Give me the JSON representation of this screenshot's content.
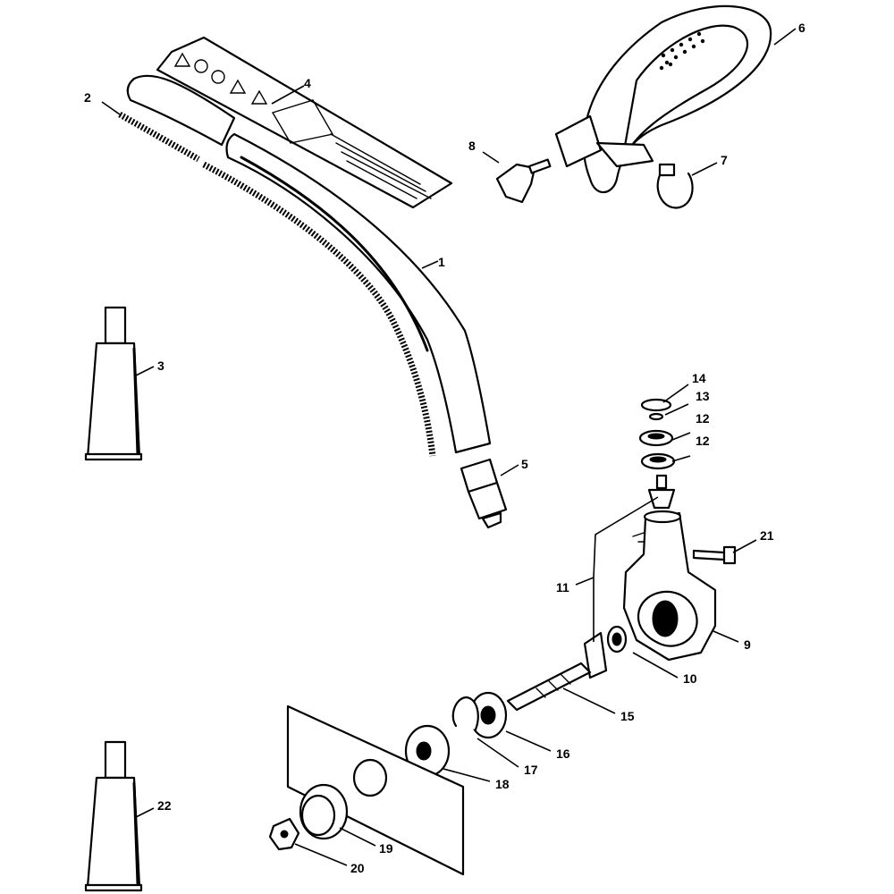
{
  "callouts": [
    {
      "id": "c1",
      "label": "1"
    },
    {
      "id": "c2",
      "label": "2"
    },
    {
      "id": "c3",
      "label": "3"
    },
    {
      "id": "c4",
      "label": "4"
    },
    {
      "id": "c5",
      "label": "5"
    },
    {
      "id": "c6",
      "label": "6"
    },
    {
      "id": "c7",
      "label": "7"
    },
    {
      "id": "c8",
      "label": "8"
    },
    {
      "id": "c9",
      "label": "9"
    },
    {
      "id": "c10",
      "label": "10"
    },
    {
      "id": "c11",
      "label": "11"
    },
    {
      "id": "c12a",
      "label": "12"
    },
    {
      "id": "c12b",
      "label": "12"
    },
    {
      "id": "c13",
      "label": "13"
    },
    {
      "id": "c14",
      "label": "14"
    },
    {
      "id": "c15",
      "label": "15"
    },
    {
      "id": "c16",
      "label": "16"
    },
    {
      "id": "c17",
      "label": "17"
    },
    {
      "id": "c18",
      "label": "18"
    },
    {
      "id": "c19",
      "label": "19"
    },
    {
      "id": "c20",
      "label": "20"
    },
    {
      "id": "c21",
      "label": "21"
    },
    {
      "id": "c22",
      "label": "22"
    }
  ],
  "colors": {
    "line": "#000000",
    "background": "#ffffff"
  }
}
